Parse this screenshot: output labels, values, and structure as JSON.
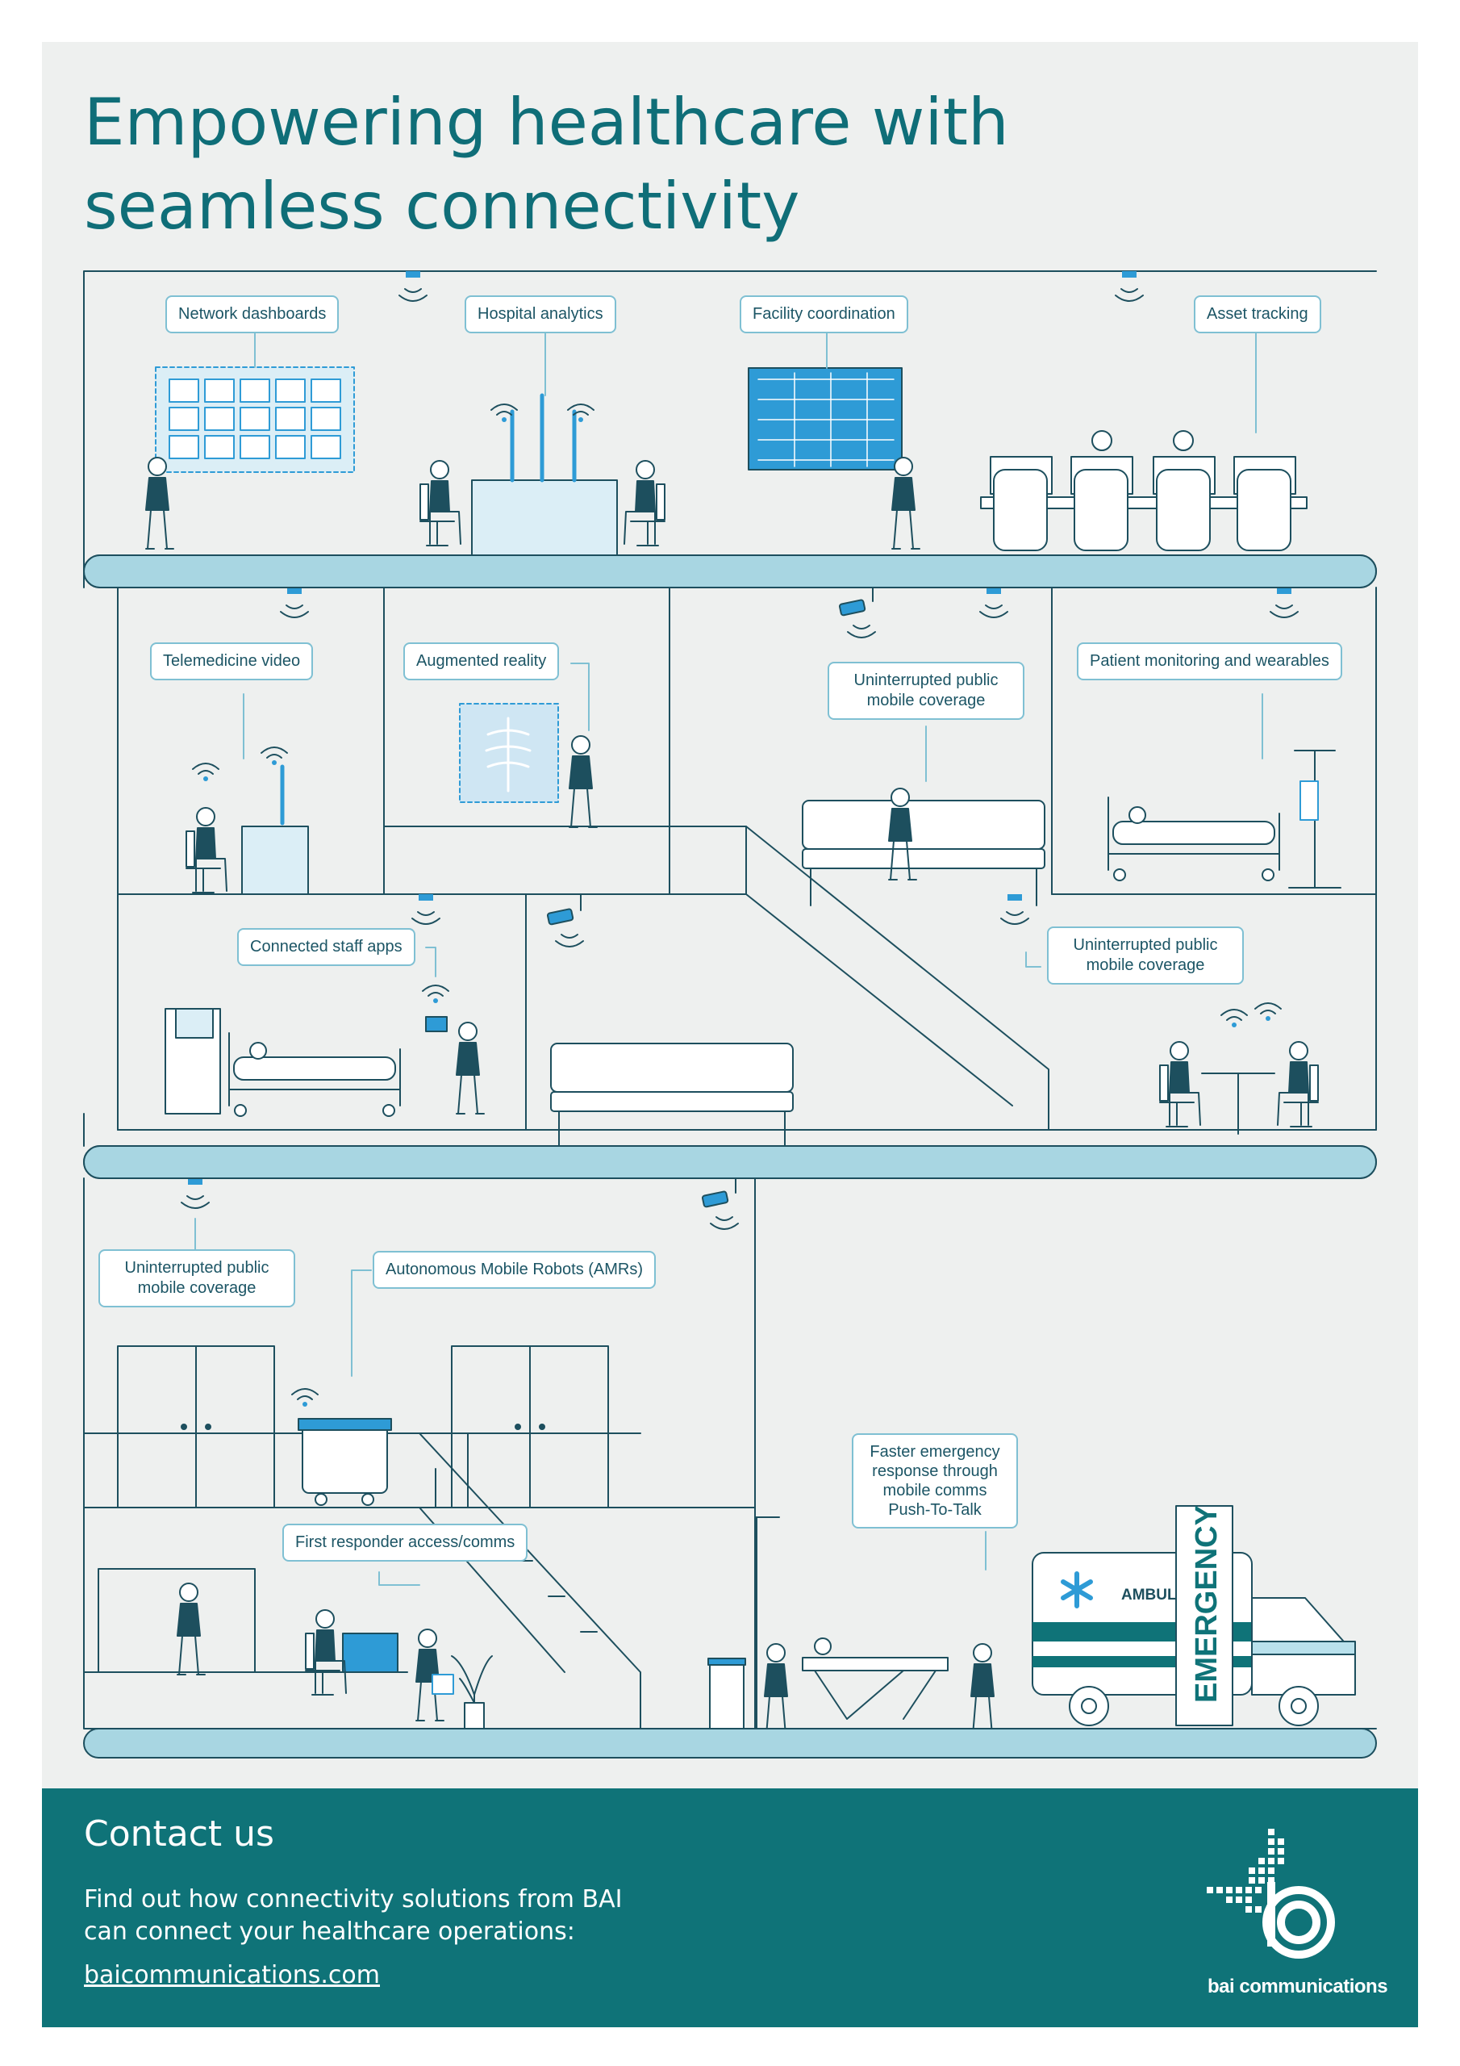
{
  "title": {
    "line1": "Empowering healthcare with",
    "line2": "seamless connectivity"
  },
  "labels": {
    "network_dashboards": "Network dashboards",
    "hospital_analytics": "Hospital analytics",
    "facility_coordination": "Facility coordination",
    "asset_tracking": "Asset tracking",
    "telemedicine_video": "Telemedicine video",
    "augmented_reality": "Augmented reality",
    "uninterrupted_coverage_1": "Uninterrupted public mobile coverage",
    "patient_monitoring": "Patient monitoring and wearables",
    "connected_staff_apps": "Connected staff apps",
    "uninterrupted_coverage_2": "Uninterrupted public mobile coverage",
    "uninterrupted_coverage_3": "Uninterrupted public mobile coverage",
    "amrs": "Autonomous Mobile Robots (AMRs)",
    "first_responder": "First responder access/comms",
    "faster_emergency": "Faster emergency response through mobile comms Push-To-Talk"
  },
  "vehicle": {
    "side_text": "AMBUL",
    "sign_text": "EMERGENCY"
  },
  "footer": {
    "heading": "Contact us",
    "text": "Find out how connectivity solutions from BAI can connect your healthcare operations:",
    "link": "baicommunications.com",
    "brand": "bai communications"
  },
  "colors": {
    "teal": "#0f7378",
    "accent_blue": "#2e9bd6",
    "line": "#1d4f5e",
    "floor": "#a8d6e2",
    "label_border": "#7fc0d3",
    "background": "#eef0ef"
  },
  "icons": [
    "wifi-icon",
    "camera-icon",
    "iv-drip-icon",
    "tablet-icon",
    "medical-star-icon",
    "plant-icon",
    "bin-icon"
  ]
}
